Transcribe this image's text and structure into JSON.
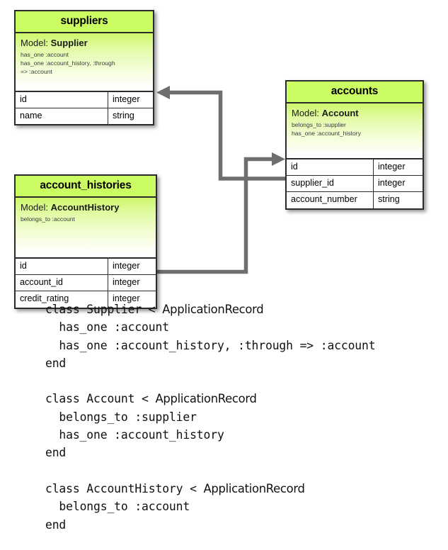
{
  "diagram": {
    "entities": [
      {
        "id": "suppliers",
        "title": "suppliers",
        "model_label": "Model: ",
        "model_name": "Supplier",
        "associations": [
          "has_one :account",
          "has_one :account_history, :through",
          "=> :account"
        ],
        "attributes": [
          {
            "name": "id",
            "type": "integer"
          },
          {
            "name": "name",
            "type": "string"
          }
        ]
      },
      {
        "id": "accounts",
        "title": "accounts",
        "model_label": "Model: ",
        "model_name": "Account",
        "associations": [
          "belongs_to :supplier",
          "has_one :account_history"
        ],
        "attributes": [
          {
            "name": "id",
            "type": "integer"
          },
          {
            "name": "supplier_id",
            "type": "integer"
          },
          {
            "name": "account_number",
            "type": "string"
          }
        ]
      },
      {
        "id": "account_histories",
        "title": "account_histories",
        "model_label": "Model: ",
        "model_name": "AccountHistory",
        "associations": [
          "belongs_to :account"
        ],
        "attributes": [
          {
            "name": "id",
            "type": "integer"
          },
          {
            "name": "account_id",
            "type": "integer"
          },
          {
            "name": "credit_rating",
            "type": "integer"
          }
        ]
      }
    ],
    "relationships": [
      {
        "id": "accounts-supplier-id-to-suppliers-id",
        "from": "accounts.supplier_id",
        "to": "suppliers.id",
        "arrow": "suppliers.id"
      },
      {
        "id": "account-histories-account-id-to-accounts-id",
        "from": "account_histories.account_id",
        "to": "accounts.id",
        "arrow": "accounts.id"
      }
    ],
    "colors": {
      "header_green": "#cbfc62",
      "gradient_top": "#cdf76a",
      "gradient_bottom": "#ffffff",
      "border": "#2b2b2b",
      "connector": "#6e6e6e"
    }
  },
  "code": {
    "lines": [
      {
        "text": "class Supplier < ",
        "cls": "ApplicationRecord"
      },
      {
        "text": "  has_one :account",
        "cls": ""
      },
      {
        "text": "  has_one :account_history, :through => :account",
        "cls": ""
      },
      {
        "text": "end",
        "cls": ""
      },
      {
        "text": "",
        "cls": ""
      },
      {
        "text": "class Account < ",
        "cls": "ApplicationRecord"
      },
      {
        "text": "  belongs_to :supplier",
        "cls": ""
      },
      {
        "text": "  has_one :account_history",
        "cls": ""
      },
      {
        "text": "end",
        "cls": ""
      },
      {
        "text": "",
        "cls": ""
      },
      {
        "text": "class AccountHistory < ",
        "cls": "ApplicationRecord"
      },
      {
        "text": "  belongs_to :account",
        "cls": ""
      },
      {
        "text": "end",
        "cls": ""
      }
    ]
  }
}
